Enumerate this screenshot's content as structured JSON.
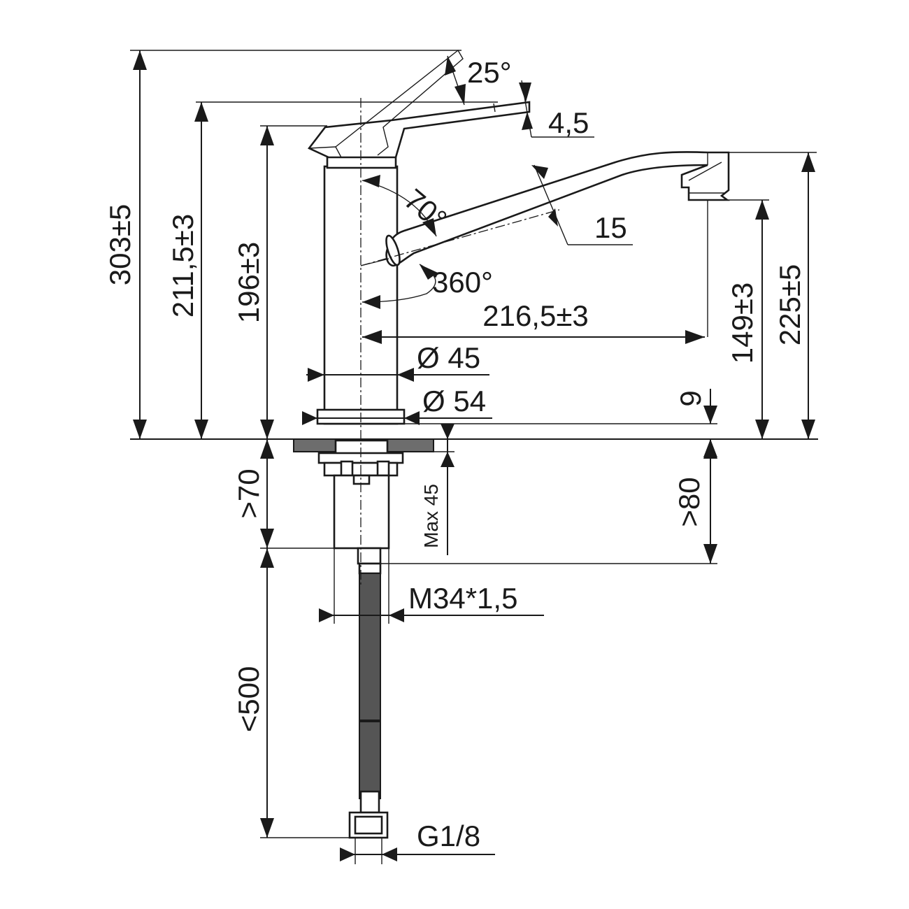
{
  "dimensions": {
    "overall_height": "303±5",
    "lever_height": "211,5±3",
    "body_height": "196±3",
    "lever_angle": "25°",
    "lever_offset": "4,5",
    "spout_angle": "70°",
    "spout_diameter": "15",
    "rotation": "360°",
    "reach": "216,5±3",
    "body_diameter": "Ø 45",
    "base_diameter": "Ø 54",
    "base_thickness": "9",
    "spout_outlet_height": "149±3",
    "spout_top_height": "225±5",
    "shank_length": ">70",
    "counter_max": "Max 45",
    "below_counter": ">80",
    "thread": "M34*1,5",
    "hose_length": "<500",
    "hose_thread": "G1/8"
  }
}
